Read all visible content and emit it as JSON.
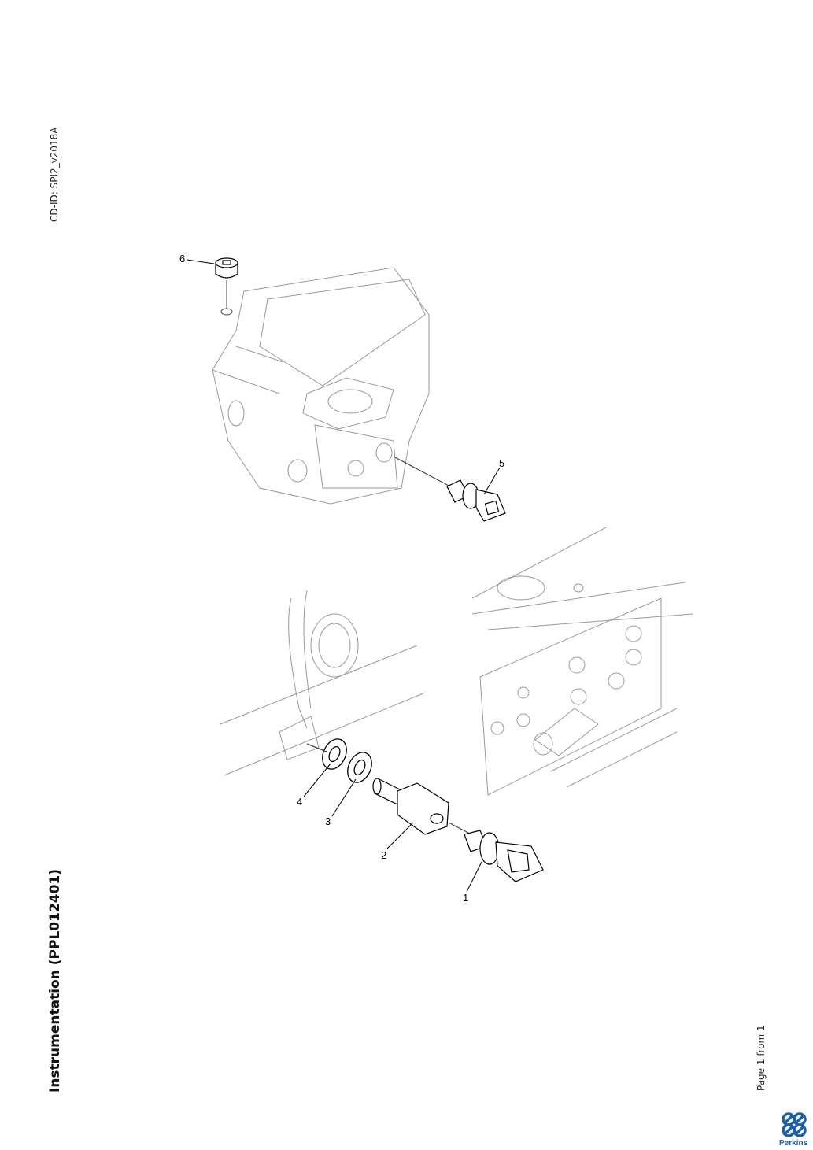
{
  "document": {
    "cd_id": "CD-ID: SPI2_v2018A",
    "title": "Instrumentation (PPL012401)",
    "page_label": "Page 1 from 1",
    "brand": "Perkins",
    "brand_color": "#1d5fa8"
  },
  "diagram": {
    "callouts": [
      "1",
      "2",
      "3",
      "4",
      "5",
      "6"
    ]
  }
}
